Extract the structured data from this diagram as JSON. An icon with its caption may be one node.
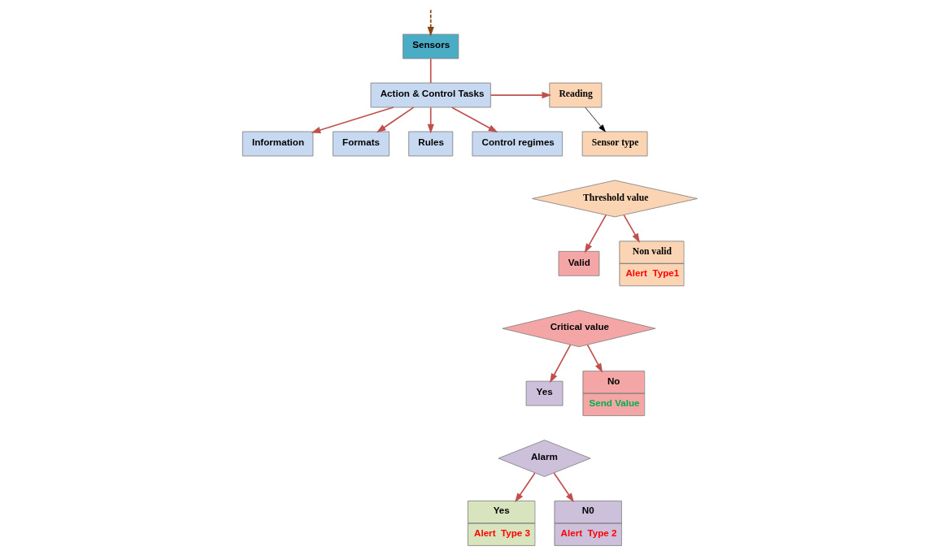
{
  "diagram": {
    "nodes": [
      {
        "text": [
          "Sensors"
        ]
      },
      {
        "text": [
          "Action & Control Tasks"
        ]
      },
      {
        "text": [
          "Information"
        ]
      },
      {
        "text": [
          "Formats"
        ]
      },
      {
        "text": [
          "Rules"
        ]
      },
      {
        "text": [
          "Control regimes"
        ]
      },
      {
        "text": [
          "Reading"
        ]
      },
      {
        "text": [
          "Sensor type"
        ]
      },
      {
        "text": [
          "Threshold value"
        ]
      },
      {
        "text": [
          "Valid"
        ]
      },
      {
        "text": [
          "Non valid",
          "Alert  Type1"
        ]
      },
      {
        "text": [
          "Critical value"
        ]
      },
      {
        "text": [
          "Yes"
        ]
      },
      {
        "text": [
          "No",
          "Send Value"
        ]
      },
      {
        "text": [
          "Alarm"
        ]
      },
      {
        "text": [
          "Yes",
          "Alert  Type 3"
        ]
      },
      {
        "text": [
          "N0",
          "Alert  Type 2"
        ]
      }
    ],
    "edges": [
      {
        "from": null,
        "to": 0,
        "arrow": "to",
        "style": "dashed",
        "color": "#8b4513"
      },
      {
        "from": 0,
        "to": 1,
        "arrow": "none"
      },
      {
        "from": 1,
        "to": 2,
        "arrow": "to"
      },
      {
        "from": 1,
        "to": 3,
        "arrow": "to"
      },
      {
        "from": 1,
        "to": 4,
        "arrow": "to"
      },
      {
        "from": 1,
        "to": 5,
        "arrow": "to"
      },
      {
        "from": 1,
        "to": 6,
        "arrow": "to"
      },
      {
        "from": 6,
        "to": 7,
        "arrow": "to",
        "color": "#000000"
      },
      {
        "from": 8,
        "to": 9,
        "arrow": "to"
      },
      {
        "from": 8,
        "to": 10,
        "arrow": "to"
      },
      {
        "from": 11,
        "to": 12,
        "arrow": "to"
      },
      {
        "from": 11,
        "to": 13,
        "arrow": "to"
      },
      {
        "from": 14,
        "to": 15,
        "arrow": "to"
      },
      {
        "from": 14,
        "to": 16,
        "arrow": "to"
      }
    ]
  }
}
